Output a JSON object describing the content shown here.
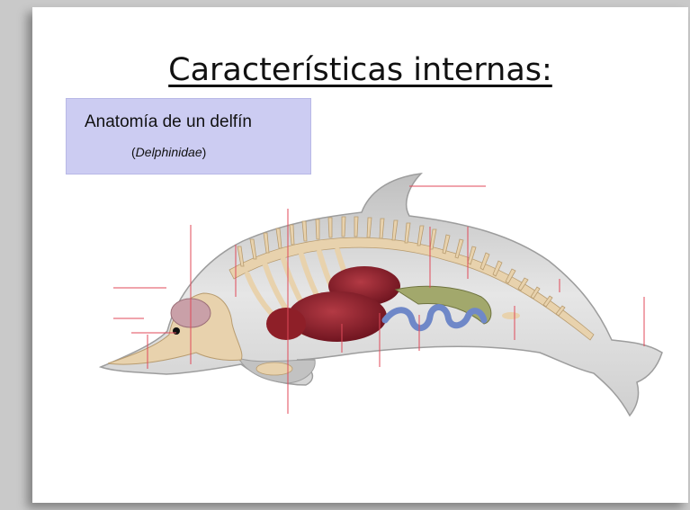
{
  "slide": {
    "title": "Características internas:",
    "label": {
      "title": "Anatomía de un delfín",
      "paren_open": "(",
      "family": "Delphinidae",
      "paren_close": ")"
    }
  },
  "colors": {
    "label_box": "#ccccf2",
    "body": "#d9d9d9",
    "bone": "#e8d2ad",
    "organ": "#8e1f28",
    "intestine": "#6f88c8",
    "brain": "#c9a0a8",
    "leader_line": "#e04a5a"
  }
}
